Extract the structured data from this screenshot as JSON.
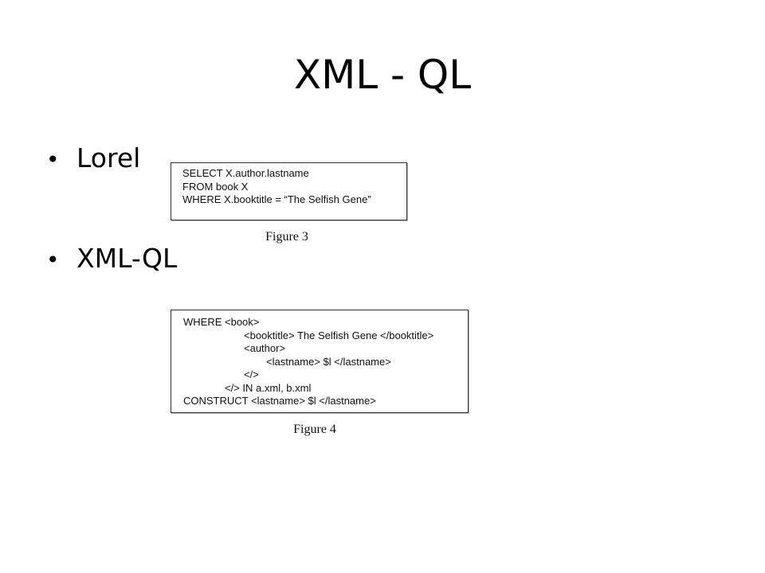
{
  "slide": {
    "title": "XML - QL",
    "bullets": [
      {
        "label": "Lorel"
      },
      {
        "label": "XML-QL"
      }
    ],
    "bullet_glyph": "•"
  },
  "figure3": {
    "lines": [
      "SELECT X.author.lastname",
      "FROM book X",
      "WHERE X.booktitle = “The Selfish Gene”"
    ],
    "caption": "Figure 3"
  },
  "figure4": {
    "lines": [
      "WHERE <book>",
      "<booktitle> The Selfish Gene </booktitle>",
      "<author>",
      "<lastname> $l </lastname>",
      "</>",
      "</> IN a.xml, b.xml",
      "CONSTRUCT <lastname> $l </lastname>"
    ],
    "caption": "Figure 4"
  }
}
